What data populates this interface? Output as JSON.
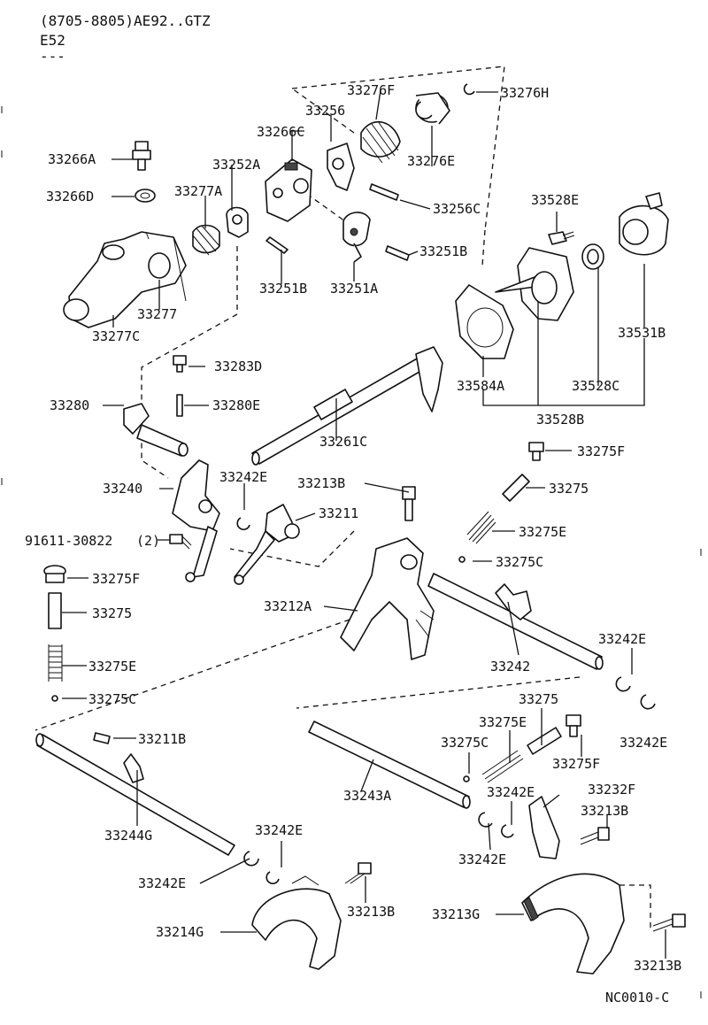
{
  "header": {
    "line1": "(8705-8805)AE92..GTZ",
    "line2": "E52",
    "line3": "---"
  },
  "footer_code": "NC0010-C",
  "labels": {
    "p33276F": "33276F",
    "p33276H": "33276H",
    "p33256": "33256",
    "p33266C": "33266C",
    "p33276E": "33276E",
    "p33266A": "33266A",
    "p33252A": "33252A",
    "p33266D": "33266D",
    "p33277A": "33277A",
    "p33256C": "33256C",
    "p33528E": "33528E",
    "p33251B_top": "33251B",
    "p33251B": "33251B",
    "p33251A": "33251A",
    "p33277": "33277",
    "p33277C": "33277C",
    "p33531B": "33531B",
    "p33283D": "33283D",
    "p33584A": "33584A",
    "p33528C": "33528C",
    "p33280": "33280",
    "p33280E": "33280E",
    "p33528B": "33528B",
    "p33261C": "33261C",
    "p33275F_r": "33275F",
    "p33240": "33240",
    "p33242E_a": "33242E",
    "p33213B_a": "33213B",
    "p33275_r": "33275",
    "p33211": "33211",
    "p33275E_r": "33275E",
    "p91611": "91611-30822",
    "p91611_qty": "(2)",
    "p33275C_r": "33275C",
    "p33275F_l": "33275F",
    "p33212A": "33212A",
    "p33275_l": "33275",
    "p33242E_b": "33242E",
    "p33242": "33242",
    "p33275E_l": "33275E",
    "p33275C_l": "33275C",
    "p33275_m": "33275",
    "p33211B": "33211B",
    "p33275E_m": "33275E",
    "p33242E_c": "33242E",
    "p33275C_m": "33275C",
    "p33275F_m": "33275F",
    "p33243A": "33243A",
    "p33242E_d": "33242E",
    "p33232F": "33232F",
    "p33213B_b": "33213B",
    "p33244G": "33244G",
    "p33242E_e": "33242E",
    "p33242E_f": "33242E",
    "p33242E_g": "33242E",
    "p33213B_c": "33213B",
    "p33213G": "33213G",
    "p33214G": "33214G",
    "p33213B_d": "33213B"
  }
}
